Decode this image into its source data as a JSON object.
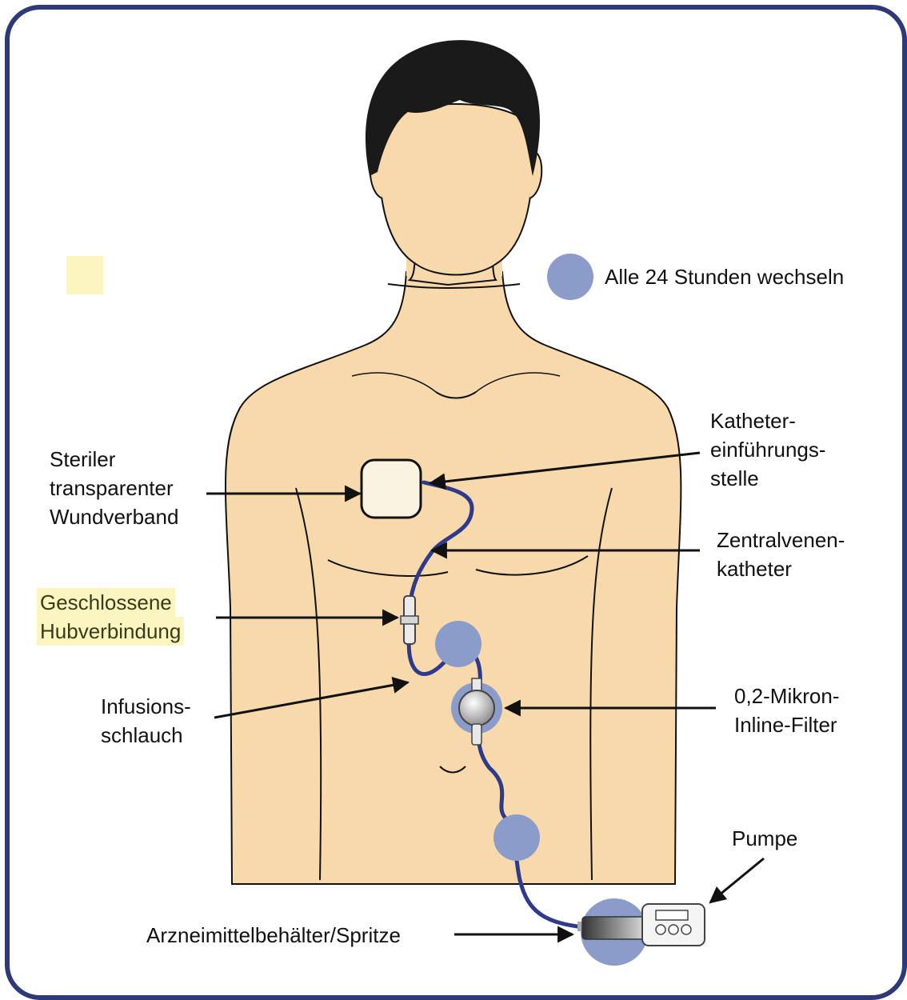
{
  "colors": {
    "frame": "#2e3a78",
    "skin": "#f7d9ac",
    "hair": "#1a1a1a",
    "tube": "#2e3a8c",
    "marker": "#8b9ccb",
    "highlight": "#fbf6c0",
    "dressing": "#fbf3e2"
  },
  "legend": {
    "marker_icon": "blue-circle-marker",
    "text": "Alle 24 Stunden wechseln"
  },
  "labels": {
    "dressing": [
      "Steriler",
      "transparenter",
      "Wundverband"
    ],
    "insertion_site": [
      "Katheter-",
      "einführungs-",
      "stelle"
    ],
    "cvc": [
      "Zentralvenen-",
      "katheter"
    ],
    "hub": [
      "Geschlossene",
      "Hubverbindung"
    ],
    "tubing": [
      "Infusions-",
      "schlauch"
    ],
    "filter": [
      "0,2-Mikron-",
      "Inline-Filter"
    ],
    "pump": "Pumpe",
    "container": "Arzneimittelbehälter/Spritze"
  }
}
